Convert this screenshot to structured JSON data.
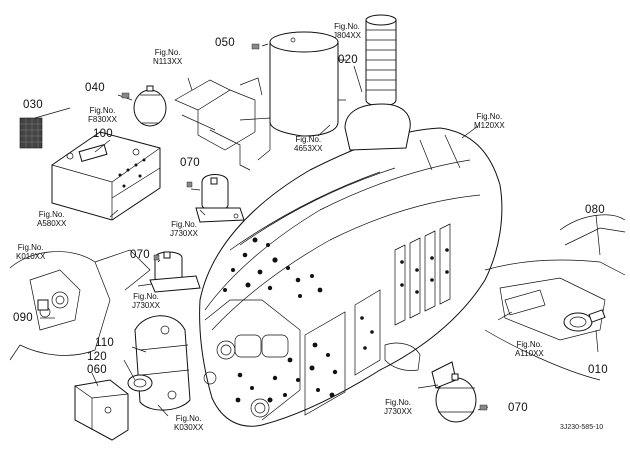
{
  "diagram": {
    "part_numbers": {
      "p010": "010",
      "p020": "020",
      "p030": "030",
      "p040": "040",
      "p050": "050",
      "p060": "060",
      "p070a": "070",
      "p070b": "070",
      "p070c": "070",
      "p080": "080",
      "p090": "090",
      "p100": "100",
      "p110": "110",
      "p120": "120"
    },
    "fig_prefix": "Fig.No.",
    "fig_refs": {
      "j804": "J804XX",
      "n113": "N113XX",
      "f830": "F830XX",
      "m120": "M120XX",
      "k4653": "4653XX",
      "j730a": "J730XX",
      "a580": "A580XX",
      "k010": "K010XX",
      "j730b": "J730XX",
      "a110": "A110XX",
      "j730c": "J730XX",
      "k030": "K030XX"
    },
    "drawing_code": "3J230-585-10"
  }
}
